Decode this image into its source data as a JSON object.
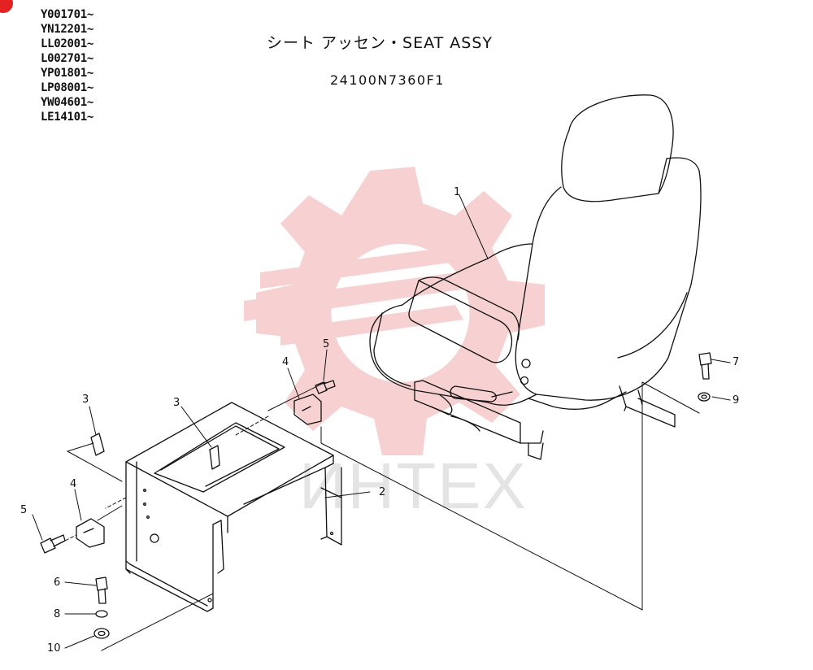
{
  "serials": [
    "Y001701~",
    "YN12201~",
    "LL02001~",
    "L002701~",
    "YP01801~",
    "LP08001~",
    "YW04601~",
    "LE14101~"
  ],
  "title": "シート アッセン・SEAT ASSY",
  "part_number": "24100N7360F1",
  "callouts": [
    "1",
    "2",
    "3",
    "3",
    "4",
    "4",
    "5",
    "5",
    "6",
    "7",
    "8",
    "9",
    "10"
  ],
  "watermark": {
    "text": "ИНТЕХ",
    "color": "#f6c9c9"
  },
  "colors": {
    "line": "#111111",
    "accent": "#e52222"
  }
}
